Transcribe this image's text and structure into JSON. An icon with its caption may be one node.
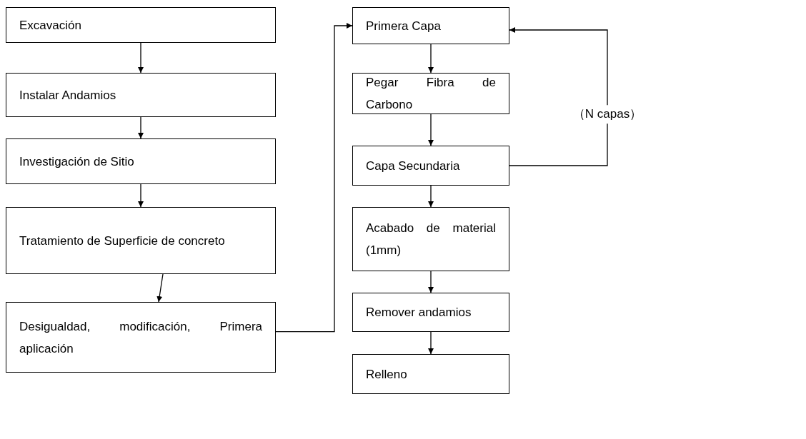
{
  "diagram": {
    "nodes": [
      {
        "text": [
          "Excavación"
        ]
      },
      {
        "text": [
          "Instalar Andamios"
        ]
      },
      {
        "text": [
          "Investigación de Sitio"
        ]
      },
      {
        "text": [
          "Tratamiento de Superficie de concreto"
        ]
      },
      {
        "text": [
          "Desigualdad, modificación, Primera aplicación"
        ]
      },
      {
        "text": [
          "Primera Capa"
        ]
      },
      {
        "text": [
          "Pegar Fibra de Carbono"
        ]
      },
      {
        "text": [
          "Capa Secundaria"
        ]
      },
      {
        "text": [
          "Acabado de material (1mm)"
        ]
      },
      {
        "text": [
          "Remover andamios"
        ]
      },
      {
        "text": [
          "Relleno"
        ]
      }
    ],
    "edges": [
      {
        "from": 0,
        "to": 1,
        "arrow": "to"
      },
      {
        "from": 1,
        "to": 2,
        "arrow": "to"
      },
      {
        "from": 2,
        "to": 3,
        "arrow": "to"
      },
      {
        "from": 3,
        "to": 4,
        "arrow": "to"
      },
      {
        "from": 4,
        "to": 5,
        "arrow": "to"
      },
      {
        "from": 5,
        "to": 6,
        "arrow": "to"
      },
      {
        "from": 6,
        "to": 7,
        "arrow": "to"
      },
      {
        "from": 7,
        "to": 8,
        "arrow": "to"
      },
      {
        "from": 8,
        "to": 9,
        "arrow": "to"
      },
      {
        "from": 9,
        "to": 10,
        "arrow": "to"
      },
      {
        "from": 7,
        "to": 5,
        "arrow": "to",
        "label": "（N capas）"
      }
    ]
  }
}
